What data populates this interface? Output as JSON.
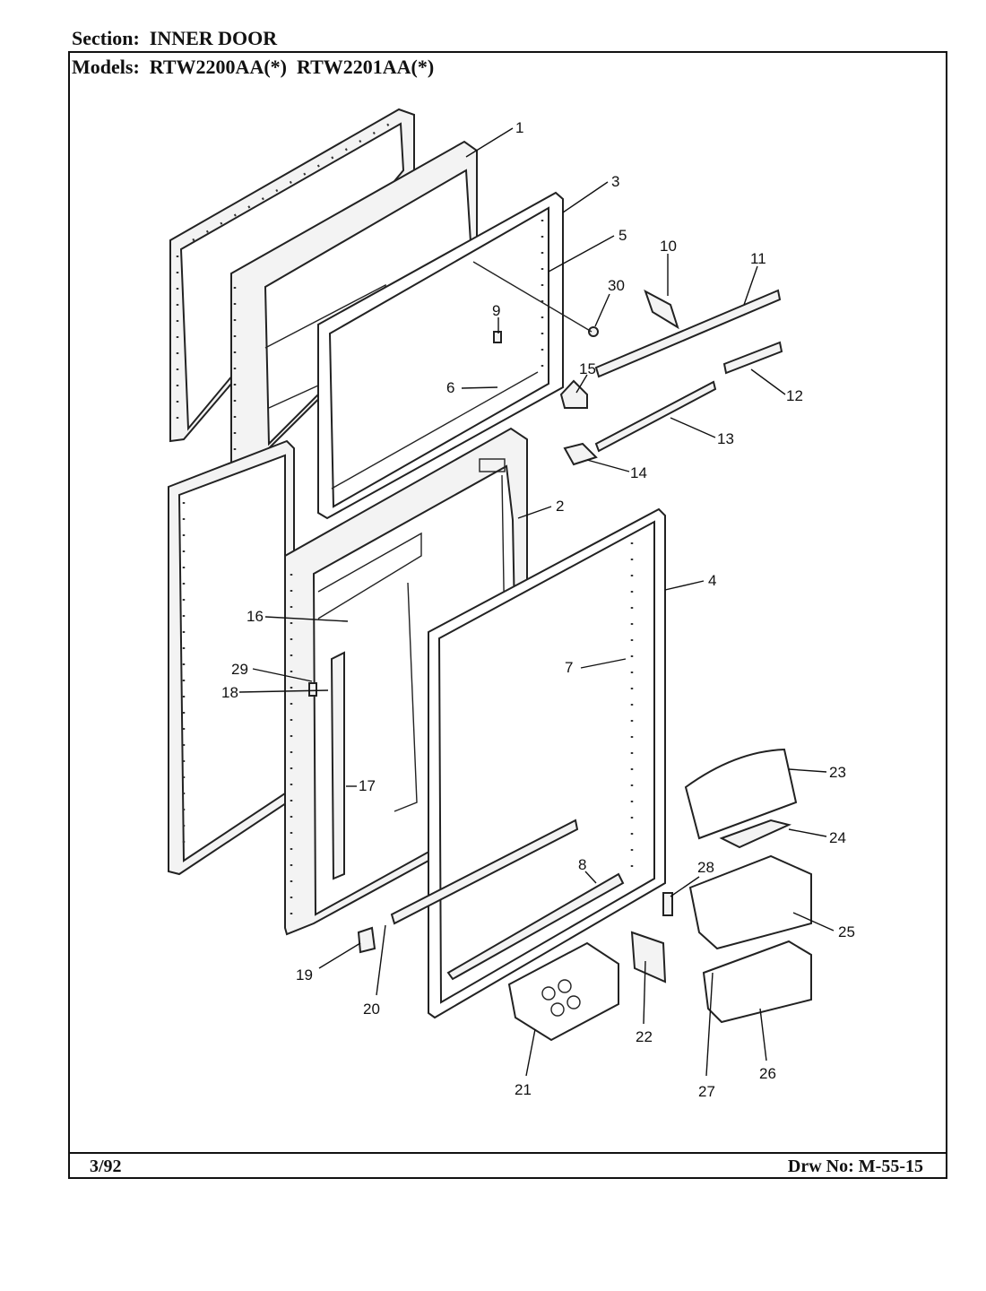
{
  "header": {
    "section_label": "Section:",
    "section_value": "INNER DOOR",
    "models_label": "Models:",
    "models_value": "RTW2200AA(*)  RTW2201AA(*)"
  },
  "footer": {
    "date": "3/92",
    "drawing_label": "Drw No:",
    "drawing_number": "M-55-15"
  },
  "callouts": [
    "1",
    "2",
    "3",
    "4",
    "5",
    "6",
    "7",
    "8",
    "9",
    "10",
    "11",
    "12",
    "13",
    "14",
    "15",
    "16",
    "17",
    "18",
    "19",
    "20",
    "21",
    "22",
    "23",
    "24",
    "25",
    "26",
    "27",
    "28",
    "29",
    "30"
  ]
}
